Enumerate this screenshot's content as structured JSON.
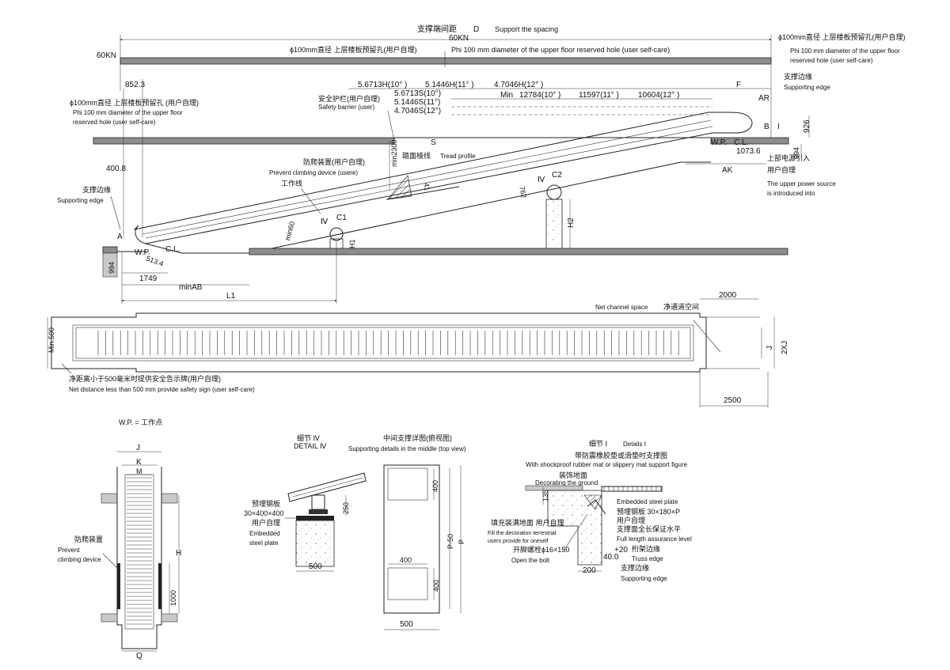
{
  "section_view": {
    "support_spacing_cn": "支撑端间距",
    "support_spacing_d": "D",
    "support_spacing_en": "Support the spacing",
    "load_top": "60KN",
    "load_left": "60KN",
    "upper_hole_center_cn": "ϕ100mm直径 上层楼板预留孔(用户自理)",
    "upper_hole_center_en": "Phi 100 mm diameter of the upper floor reserved hole (user self-care)",
    "upper_hole_right_cn": "ϕ100mm直径 上层楼板预留孔(用户自理)",
    "upper_hole_right_en1": "Phi 100 mm diameter of the upper floor",
    "upper_hole_right_en2": "reserved hole (user self-care)",
    "upper_hole_left_cn": "ϕ100mm直径 上层楼板预留孔 (用户自理)",
    "upper_hole_left_en1": "Phi 100 mm diameter of the upper floor",
    "upper_hole_left_en2": "reserved hole (user self-care)",
    "dim_852": "852.3",
    "height_h10": "5.6713H(10° )",
    "height_h11": "5.1446H(11° )",
    "height_h12": "4.7046H(12° )",
    "label_f": "F",
    "barrier_cn": "安全护栏(用户自理)",
    "barrier_en": "Safety barrier (user)",
    "s_10": "5.6713S(10°)",
    "s_11": "5.1446S(11°)",
    "s_12": "4.7046S(12°)",
    "min_prefix": "Min",
    "min_10": "12784(10° )",
    "min_11": "11597(11° )",
    "min_12": "10604(12° )",
    "support_edge_right_cn": "支撑边缘",
    "support_edge_right_en": "Supporting edge",
    "label_ar": "AR",
    "label_b": "B",
    "label_i": "I",
    "dim_926": "926",
    "wp_right": "W.P.",
    "cl_right": "C.L.",
    "dim_1073": "1073.6",
    "dim_994_right": "994",
    "power_cn": "上部电源引入",
    "label_ak": "AK",
    "user_cn": "用户自理",
    "power_en1": "The upper power source",
    "power_en2": "is introduced into",
    "label_s": "S",
    "tread_cn": "踏面棱线",
    "tread_en": "Tread profile",
    "climb_cn": "防爬装置(用户自理)",
    "climb_en": "Prevent climbing device (usere)",
    "min2300": "min2300",
    "dim_400_8": "400.8",
    "work_line_cn": "工作线",
    "dim_762": "762",
    "label_iv": "Ⅳ",
    "label_c2": "C2",
    "label_c1": "C1",
    "dim_h2": "H2",
    "dim_h1": "H1",
    "support_edge_left_cn": "支撑边缘",
    "support_edge_left_en": "Supporting edge",
    "min60": "min60",
    "label_a": "A",
    "wp_left": "W.P.",
    "cl_left": "C.L.",
    "dim_513": "513.4",
    "dim_994_left": "994",
    "dim_1749": "1749",
    "min_ab": "minAB",
    "dim_l1": "L1",
    "dim_41": "41"
  },
  "plan_view": {
    "dim_2000": "2000",
    "net_en": "Net channel space",
    "net_cn": "净通道空间",
    "dim_j": "J",
    "dim_2xj": "2XJ",
    "min500": "Min.500",
    "safety_cn": "净距离小于500毫米时提供安全告示牌(用户自理)",
    "safety_en": "Net distance less than 500 mm provide safety sign (user self-care)",
    "dim_2500": "2500"
  },
  "cross_section": {
    "wp_legend": "W.P. = 工作点",
    "dim_j": "J",
    "dim_k": "K",
    "dim_m": "M",
    "dim_h": "H",
    "dim_1000": "1000",
    "dim_q": "Q",
    "climb_cn": "防爬装置",
    "climb_en1": "Prevent",
    "climb_en2": "climbing device"
  },
  "detail_iv": {
    "title_cn": "细节 Ⅳ",
    "title_en": "DETAIL Ⅳ",
    "plate_cn": "预埋钢板",
    "plate_size": "30×400×400",
    "user_cn": "用户自理",
    "embedded_en1": "Embedded",
    "embedded_en2": "steel plate",
    "dim_250": "250",
    "dim_500": "500"
  },
  "middle_support": {
    "title_cn": "中间支撑详图(俯视图)",
    "title_en": "Supporting details in the middle (top view)",
    "dim_400_top": "400",
    "dim_400_mid": "400",
    "dim_400_bot": "400",
    "dim_p50": "P-50",
    "dim_p": "P",
    "dim_500": "500"
  },
  "detail_i": {
    "title_cn": "细节 Ⅰ",
    "title_en": "Details Ⅰ",
    "mat_cn": "带防震橡胶垫或滑垫时支撑图",
    "mat_en": "With shockproof rubber mat or slippery mat support figure",
    "deco_cn": "装饰地面",
    "deco_en": "Decorating the ground",
    "dim_135": "135",
    "steel_en": "Embedded steel plate",
    "plate_cn": "预埋钢板 30×180×P",
    "user_cn": "用户自理",
    "level_cn": "支撑面全长保证水平",
    "level_en": "Full length assurance level",
    "fill_cn": "填充装满地面 用户自理",
    "fill_en1": "Fill the decoration terrestrial",
    "fill_en2": "users provide for oneself",
    "bolt_cn": "开脚螺栓ϕ16×150",
    "bolt_en": "Open the bolt",
    "dim_plus20": "+20",
    "truss_cn": "桁架边缘",
    "dim_40": "40.0",
    "truss_en": "Truss edge",
    "support_cn": "支撑边缘",
    "dim_200": "200",
    "support_en": "Supporting edge"
  }
}
